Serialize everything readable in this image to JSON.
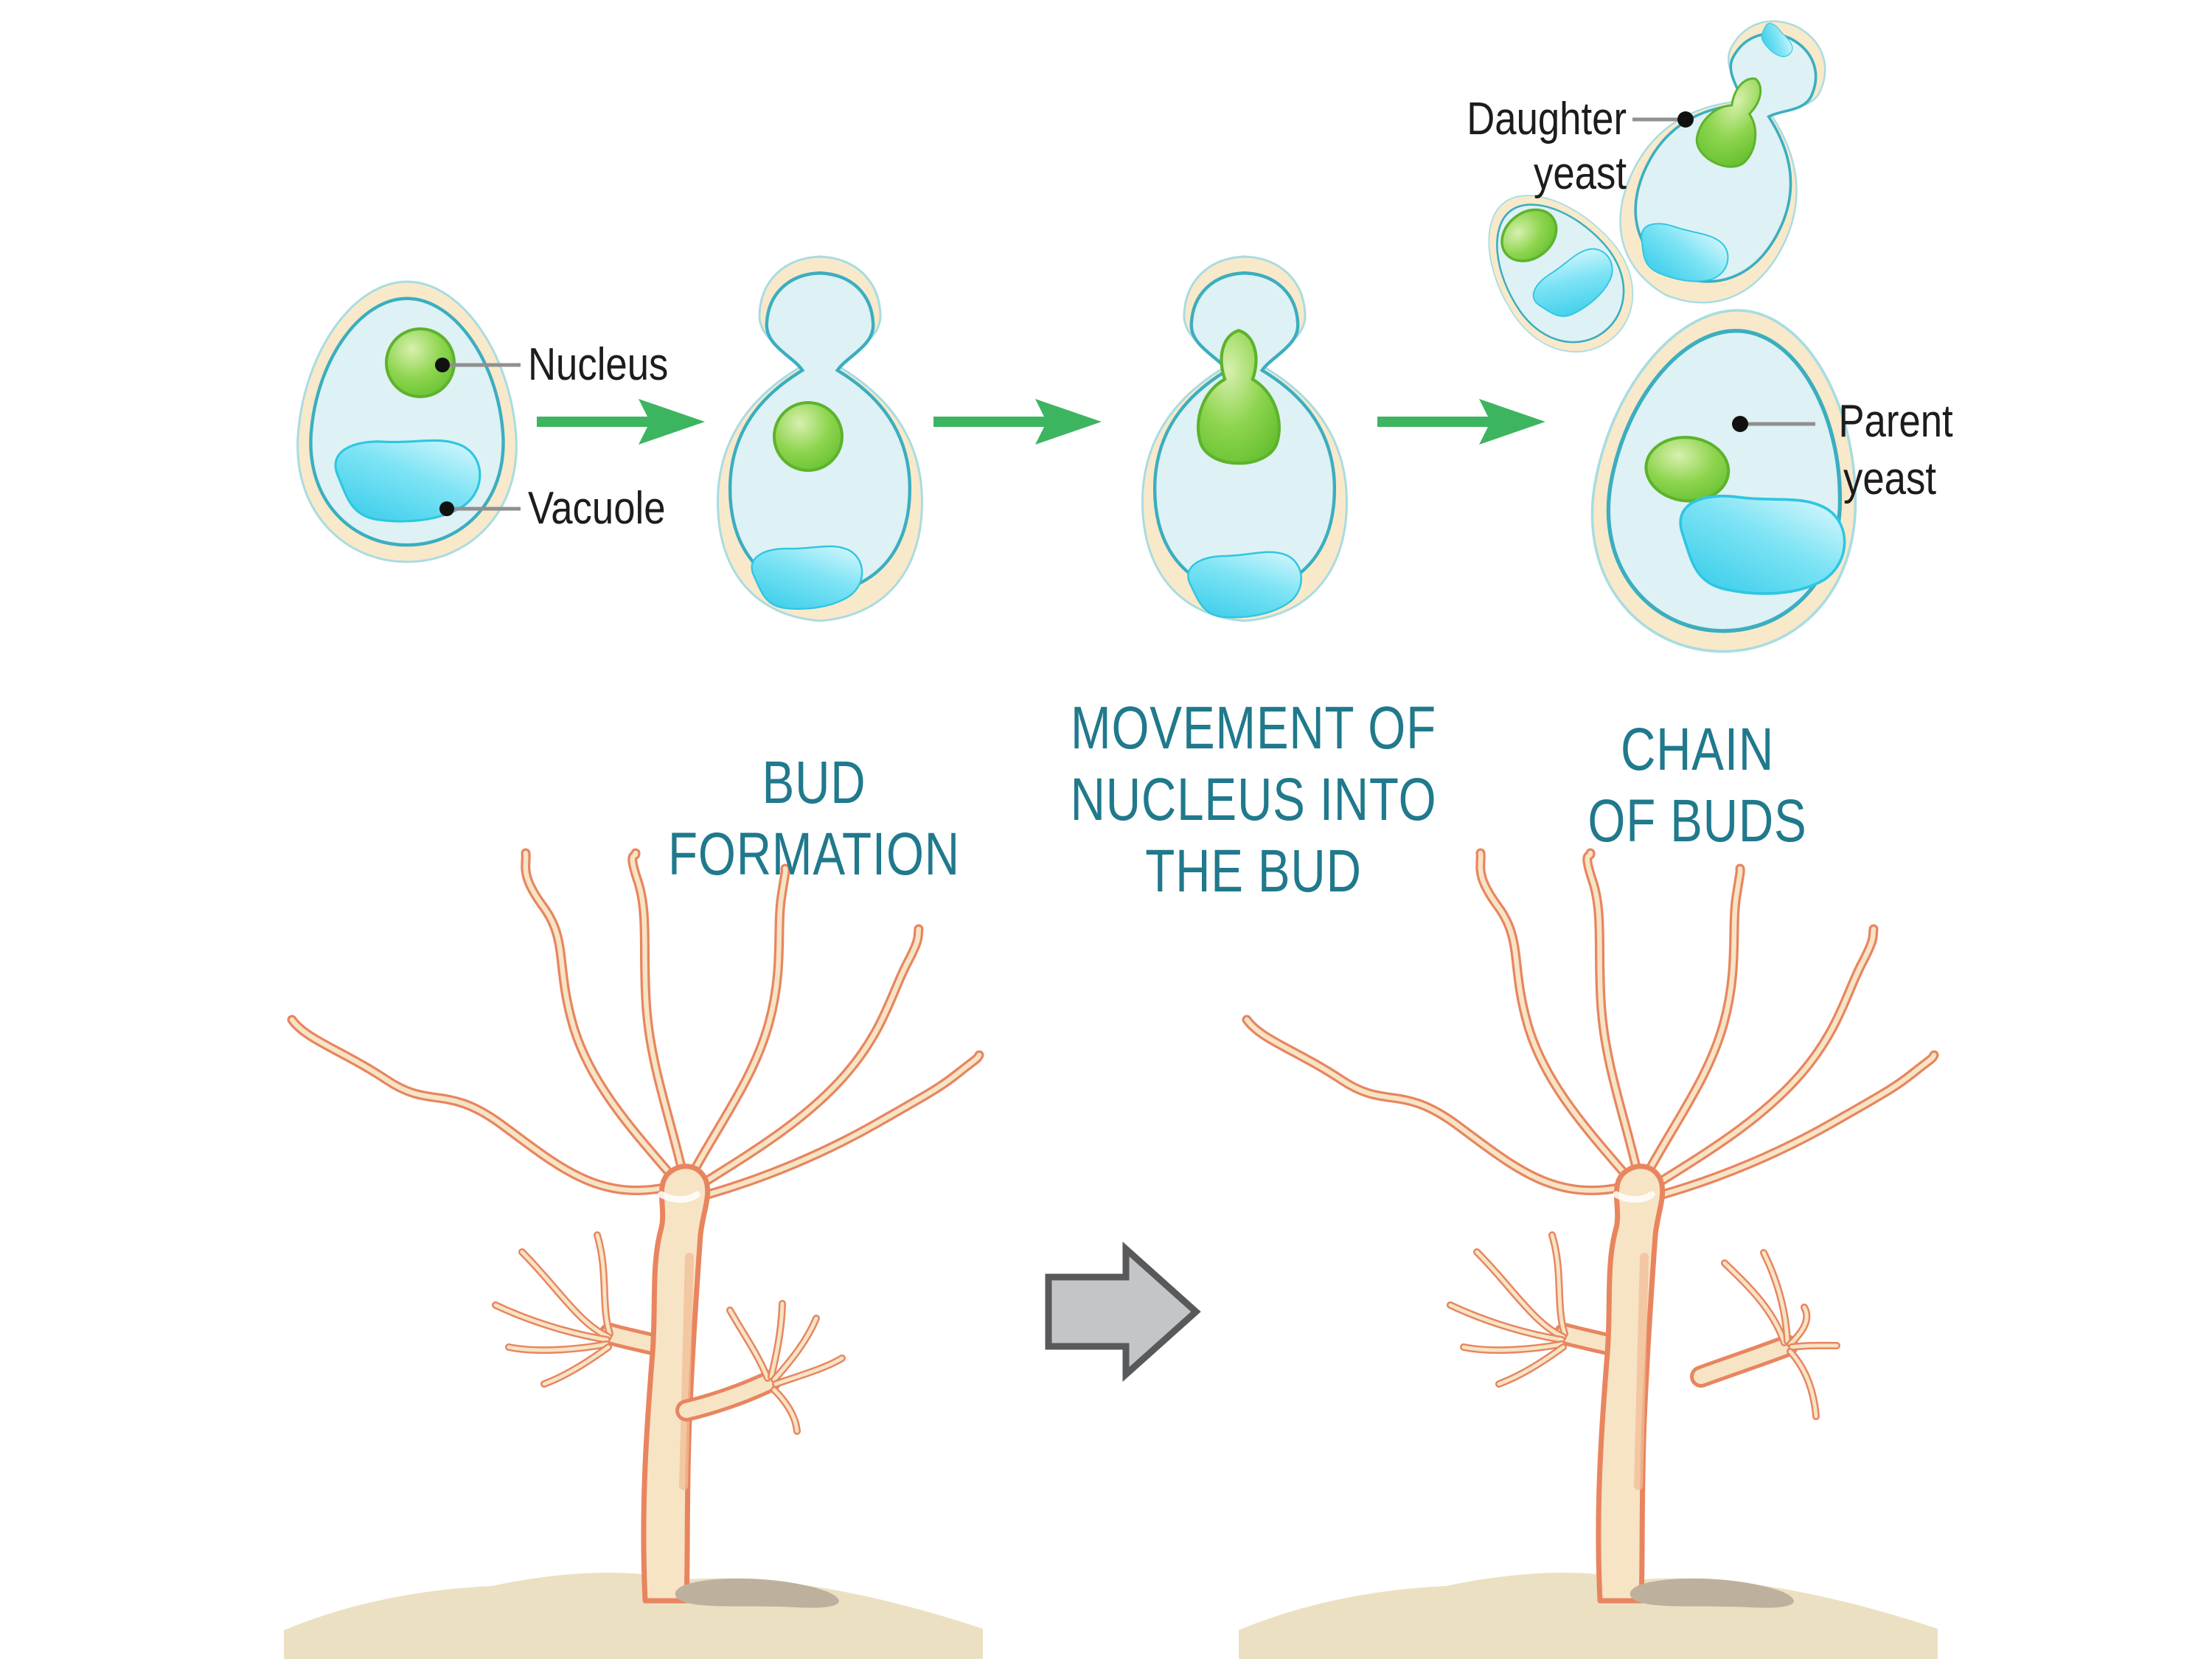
{
  "figure": {
    "organelle_labels": {
      "nucleus": "Nucleus",
      "vacuole": "Vacuole",
      "daughter_yeast": "Daughter yeast",
      "parent_yeast": "Parent\nyeast"
    },
    "stage_captions": {
      "stage_1": "BUD\nFORMATION",
      "stage_2": "MOVEMENT OF\nNUCLEUS INTO\nTHE BUD",
      "stage_3": "CHAIN\nOF BUDS"
    },
    "icons": {
      "step_arrow": "green-right-arrow",
      "transform_arrow": "gray-block-right-arrow"
    },
    "colors": {
      "caption_teal": "#20798C",
      "label_black": "#1c1c1c",
      "leader_gray": "#909090",
      "step_arrow_green": "#3DB560",
      "cell_wall_cream": "#F8E9CA",
      "cell_wall_edge": "#A8DCE2",
      "cytoplasm_blue": "#DEF1F4",
      "membrane_teal": "#3BAEC0",
      "nucleus_green": "#72C63C",
      "nucleus_green_edge": "#5DB32C",
      "vacuole_cyan": "#33CFEA",
      "vacuole_edge": "#2EC6E2",
      "hydra_outline_salmon": "#E8855F",
      "hydra_body_cream": "#F6E4C5",
      "hydra_shade": "#F2BD96",
      "sand": "#ECE0C3",
      "sand_shadow": "#BDB19D",
      "block_arrow_fill": "#C4C5C7",
      "block_arrow_border": "#58595B"
    }
  }
}
